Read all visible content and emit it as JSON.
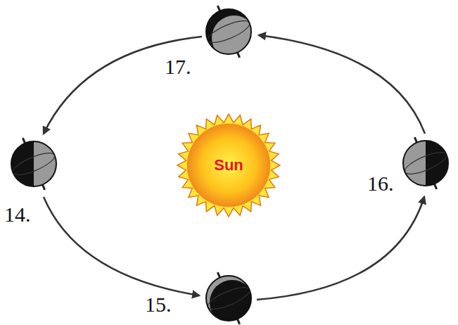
{
  "diagram": {
    "nodes": [
      {
        "text": [
          "Sun"
        ]
      }
    ],
    "labels": [
      "17.",
      "14.",
      "15.",
      "16."
    ]
  }
}
